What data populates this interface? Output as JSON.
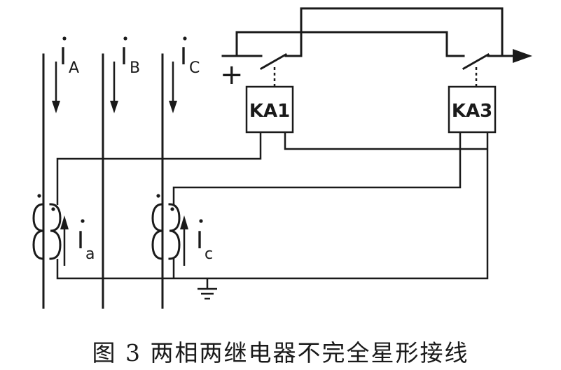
{
  "caption": "图 3  两相两继电器不完全星形接线",
  "labels": {
    "phase_a_current": "I",
    "phase_a_sub": "A",
    "phase_b_current": "I",
    "phase_b_sub": "B",
    "phase_c_current": "I",
    "phase_c_sub": "C",
    "ct_a_current": "I",
    "ct_a_sub": "a",
    "ct_c_current": "I",
    "ct_c_sub": "c",
    "relay_1": "KA1",
    "relay_3": "KA3",
    "dc_positive": "+"
  }
}
